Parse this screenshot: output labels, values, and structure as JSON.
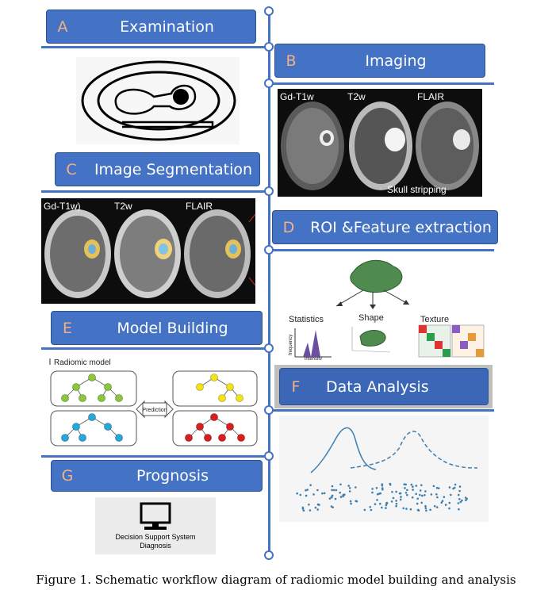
{
  "steps": {
    "a": {
      "letter": "A",
      "title": "Examination"
    },
    "b": {
      "letter": "B",
      "title": "Imaging"
    },
    "c": {
      "letter": "C",
      "title": "Image Segmentation"
    },
    "d": {
      "letter": "D",
      "title": "ROI &Feature extraction"
    },
    "e": {
      "letter": "E",
      "title": "Model Building"
    },
    "f": {
      "letter": "F",
      "title": "Data Analysis"
    },
    "g": {
      "letter": "G",
      "title": "Prognosis"
    }
  },
  "imaging_panel": {
    "labels": [
      "Gd-T1w",
      "T2w",
      "FLAIR"
    ],
    "caption": "Skull stripping"
  },
  "segmentation_panel": {
    "labels": [
      "Gd-T1w)",
      "T2w",
      "FLAIR"
    ]
  },
  "feature_panel": {
    "statistics": "Statistics",
    "shape": "Shape",
    "texture": "Texture",
    "frequency": "frequency",
    "intensity": "intensity"
  },
  "model_panel": {
    "title": "Radiomic model",
    "prediction": "Prediction"
  },
  "decision_panel": {
    "line1": "Decision Support System",
    "line2": "Diagnosis"
  },
  "figure_caption": "Figure 1. Schematic workflow diagram of radiomic model building and analysis",
  "colors": {
    "accent": "#4472c4",
    "letter": "#f4b183"
  }
}
